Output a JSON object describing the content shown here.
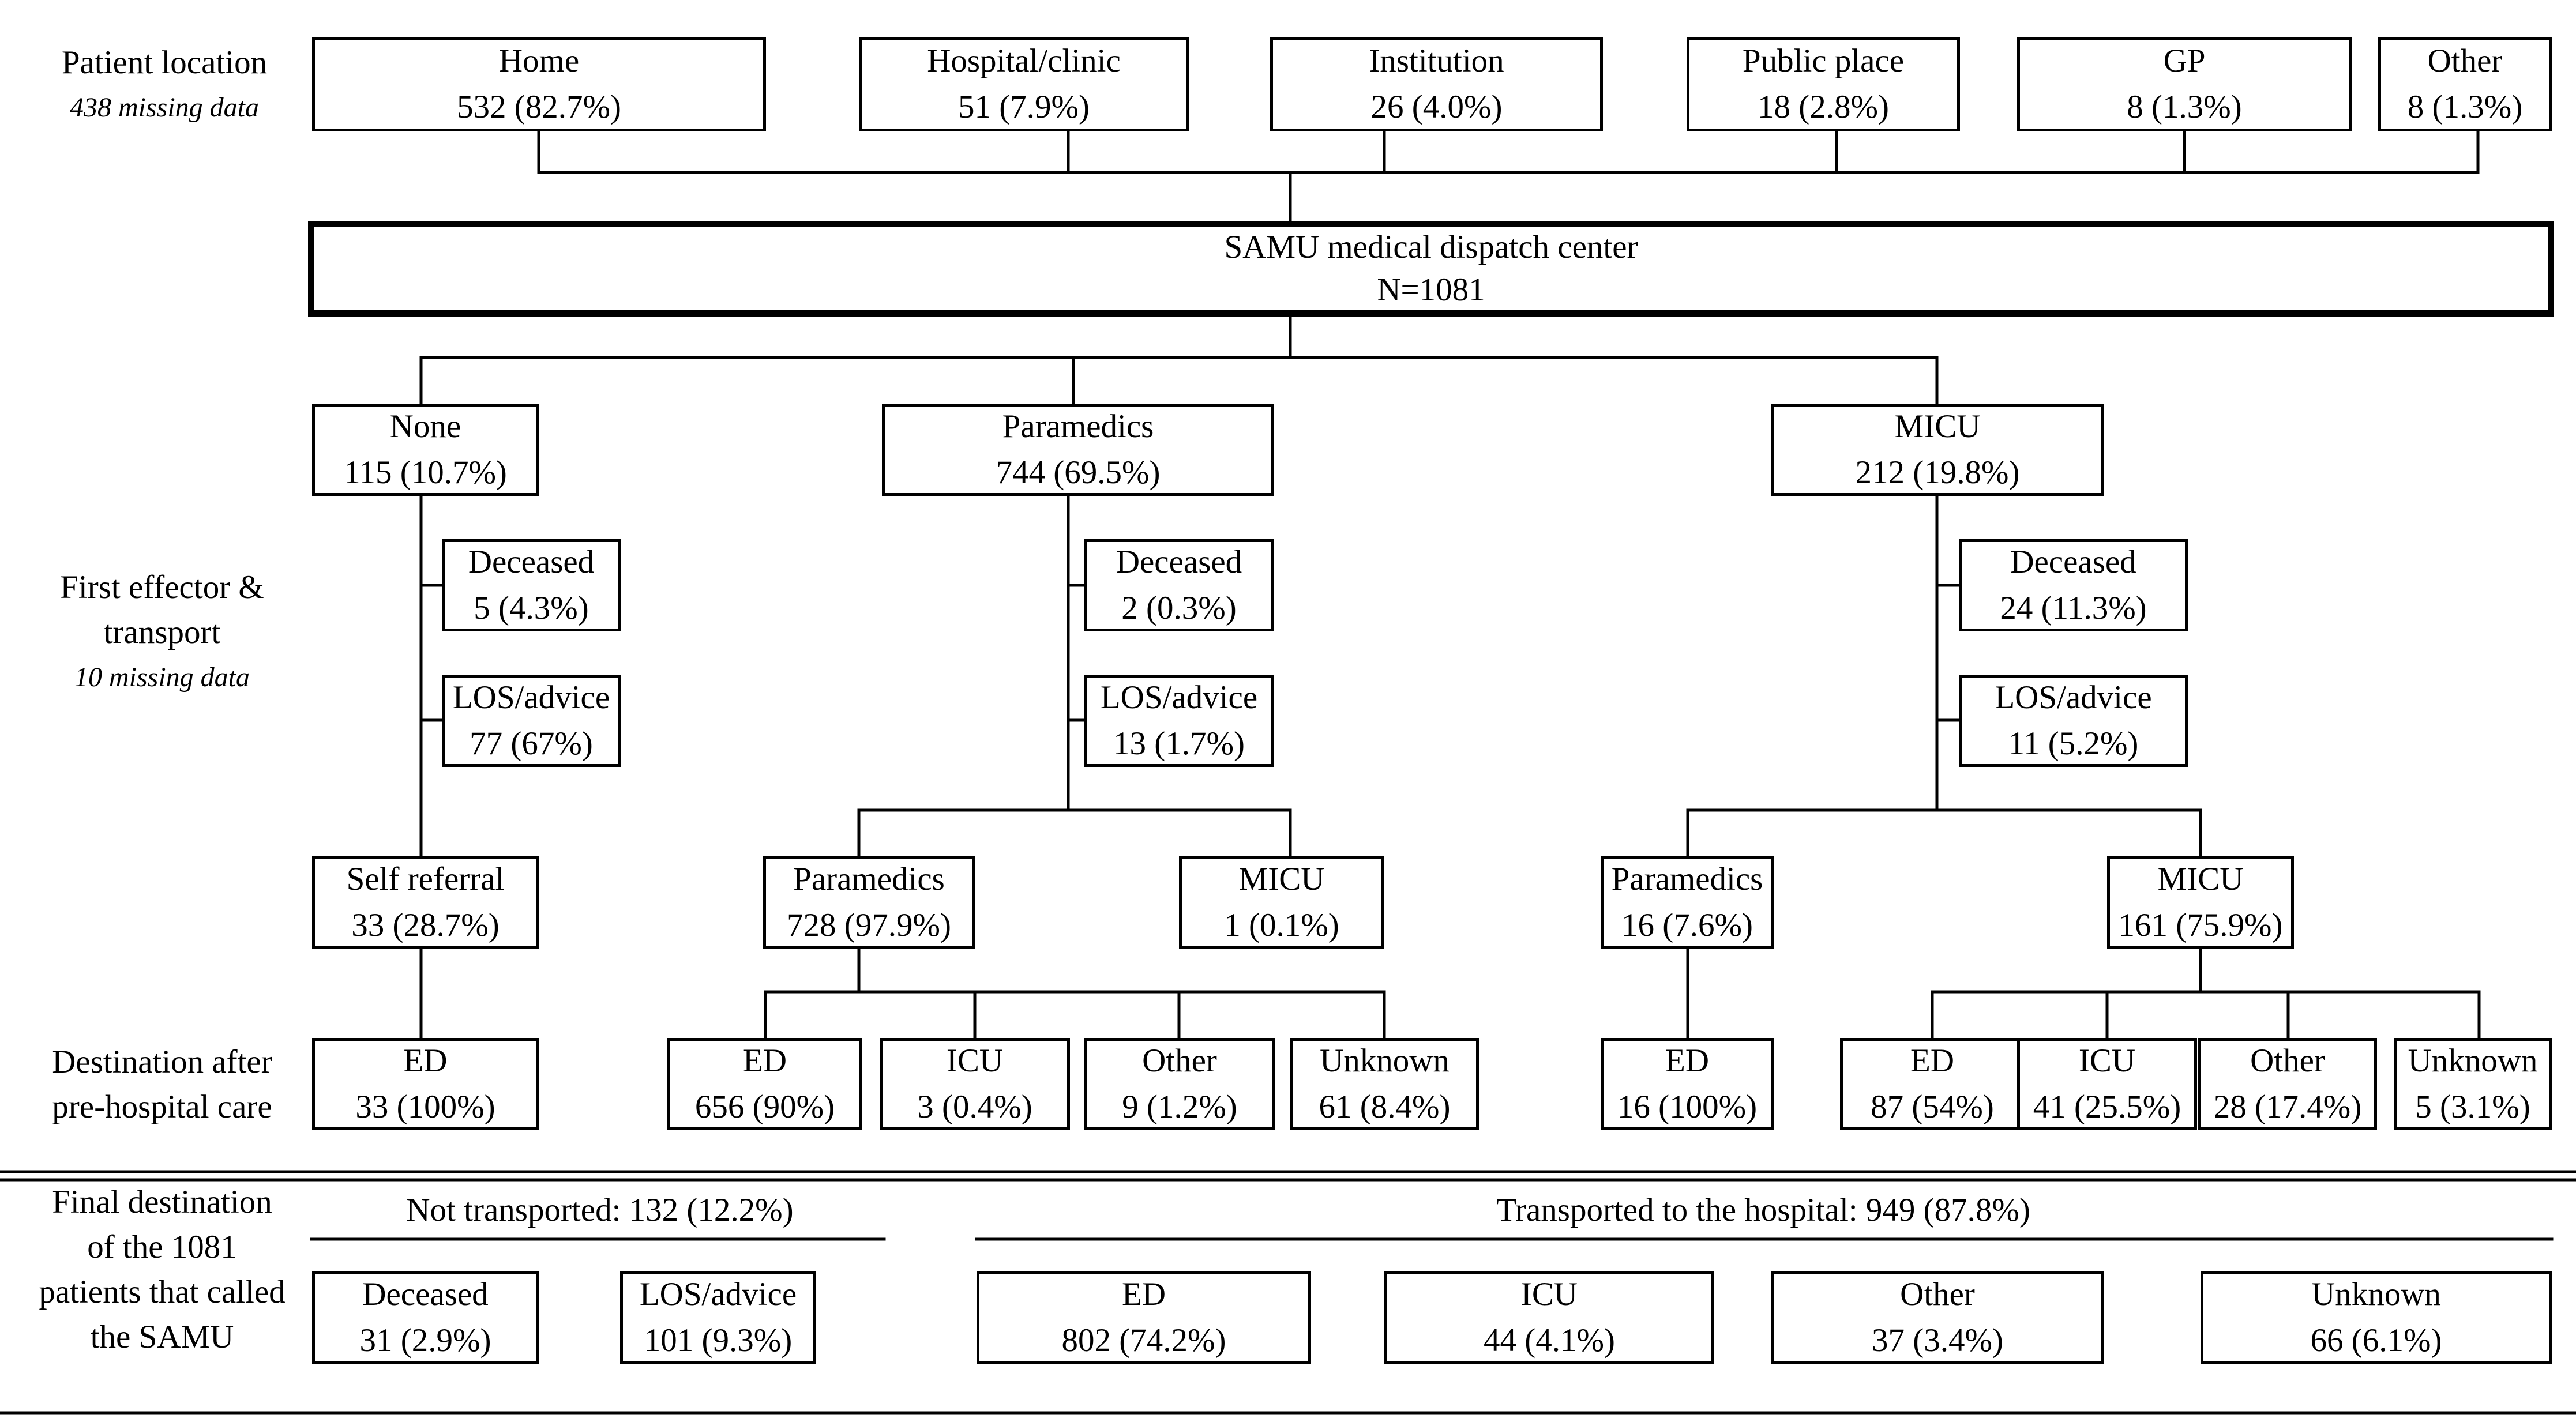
{
  "row_labels": {
    "patient_location": {
      "title": "Patient location",
      "note": "438 missing data"
    },
    "first_effector": {
      "line1": "First effector &",
      "line2": "transport",
      "note": "10 missing data"
    },
    "destination": {
      "line1": "Destination after",
      "line2": "pre-hospital care"
    },
    "final_destination": {
      "line1": "Final destination",
      "line2": "of the 1081",
      "line3": "patients that called",
      "line4": "the SAMU"
    }
  },
  "locations": {
    "home": {
      "label": "Home",
      "value": "532 (82.7%)"
    },
    "hospital": {
      "label": "Hospital/clinic",
      "value": "51 (7.9%)"
    },
    "institution": {
      "label": "Institution",
      "value": "26 (4.0%)"
    },
    "public": {
      "label": "Public place",
      "value": "18 (2.8%)"
    },
    "gp": {
      "label": "GP",
      "value": "8 (1.3%)"
    },
    "other": {
      "label": "Other",
      "value": "8 (1.3%)"
    }
  },
  "samu": {
    "label": "SAMU medical dispatch center",
    "value": "N=1081"
  },
  "none_branch": {
    "head": {
      "label": "None",
      "value": "115 (10.7%)"
    },
    "deceased": {
      "label": "Deceased",
      "value": "5 (4.3%)"
    },
    "los": {
      "label": "LOS/advice",
      "value": "77 (67%)"
    },
    "self": {
      "label": "Self referral",
      "value": "33 (28.7%)"
    },
    "ed": {
      "label": "ED",
      "value": "33 (100%)"
    }
  },
  "paramedics_branch": {
    "head": {
      "label": "Paramedics",
      "value": "744 (69.5%)"
    },
    "deceased": {
      "label": "Deceased",
      "value": "2 (0.3%)"
    },
    "los": {
      "label": "LOS/advice",
      "value": "13 (1.7%)"
    },
    "paramedics": {
      "label": "Paramedics",
      "value": "728 (97.9%)"
    },
    "micu": {
      "label": "MICU",
      "value": "1 (0.1%)"
    },
    "ed": {
      "label": "ED",
      "value": "656 (90%)"
    },
    "icu": {
      "label": "ICU",
      "value": "3 (0.4%)"
    },
    "other": {
      "label": "Other",
      "value": "9 (1.2%)"
    },
    "unknown": {
      "label": "Unknown",
      "value": "61 (8.4%)"
    }
  },
  "micu_branch": {
    "head": {
      "label": "MICU",
      "value": "212 (19.8%)"
    },
    "deceased": {
      "label": "Deceased",
      "value": "24 (11.3%)"
    },
    "los": {
      "label": "LOS/advice",
      "value": "11 (5.2%)"
    },
    "paramedics": {
      "label": "Paramedics",
      "value": "16 (7.6%)"
    },
    "micu": {
      "label": "MICU",
      "value": "161 (75.9%)"
    },
    "ed_p": {
      "label": "ED",
      "value": "16 (100%)"
    },
    "ed": {
      "label": "ED",
      "value": "87 (54%)"
    },
    "icu": {
      "label": "ICU",
      "value": "41 (25.5%)"
    },
    "other": {
      "label": "Other",
      "value": "28 (17.4%)"
    },
    "unknown": {
      "label": "Unknown",
      "value": "5 (3.1%)"
    }
  },
  "final": {
    "not_transported_header": "Not transported: 132 (12.2%)",
    "transported_header": "Transported to the hospital: 949 (87.8%)",
    "deceased": {
      "label": "Deceased",
      "value": "31 (2.9%)"
    },
    "los": {
      "label": "LOS/advice",
      "value": "101 (9.3%)"
    },
    "ed": {
      "label": "ED",
      "value": "802 (74.2%)"
    },
    "icu": {
      "label": "ICU",
      "value": "44 (4.1%)"
    },
    "other": {
      "label": "Other",
      "value": "37 (3.4%)"
    },
    "unknown": {
      "label": "Unknown",
      "value": "66 (6.1%)"
    }
  }
}
